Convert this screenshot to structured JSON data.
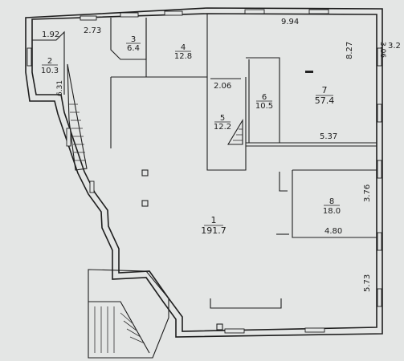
{
  "rooms": [
    {
      "number": "1",
      "area": "191.7"
    },
    {
      "number": "2",
      "area": "10.3"
    },
    {
      "number": "3",
      "area": "6.4"
    },
    {
      "number": "4",
      "area": "12.8"
    },
    {
      "number": "5",
      "area": "12.2"
    },
    {
      "number": "6",
      "area": "10.5"
    },
    {
      "number": "7",
      "area": "57.4"
    },
    {
      "number": "8",
      "area": "18.0"
    }
  ],
  "dimensions": {
    "d_1_92": "1.92",
    "d_2_73": "2.73",
    "d_9_94": "9.94",
    "d_3_06": "3.06",
    "d_3_2": "3.2",
    "d_8_27": "8.27",
    "d_6_31": "6.31",
    "d_2_06": "2.06",
    "d_5_37": "5.37",
    "d_3_76": "3.76",
    "d_4_80": "4.80",
    "d_5_73": "5.73"
  }
}
